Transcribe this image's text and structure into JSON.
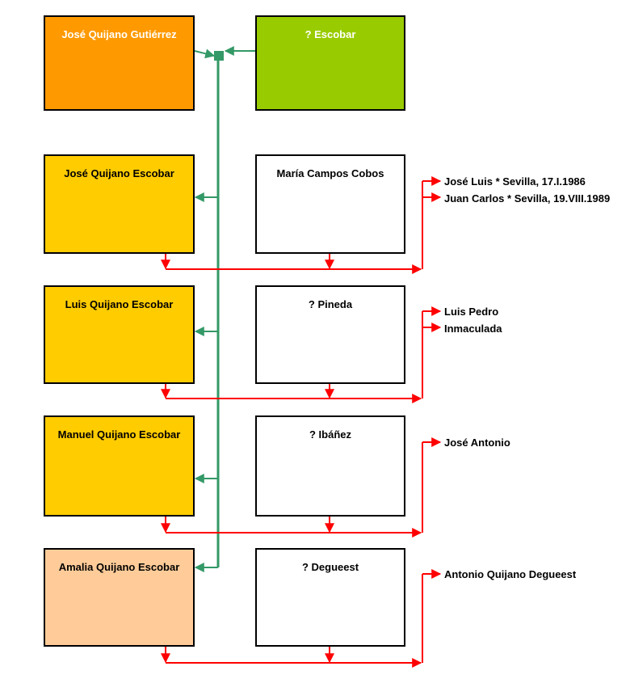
{
  "colors": {
    "father": "#ff9900",
    "mother": "#99cc00",
    "son": "#ffcc00",
    "daughter": "#ffcc99",
    "spouse": "#ffffff",
    "green_line": "#339966",
    "red_line": "#ff0000",
    "light_text": "#ffffff",
    "dark_text": "#000000"
  },
  "parents": {
    "father": "José Quijano Gutiérrez",
    "mother": "? Escobar"
  },
  "families": [
    {
      "person": "José Quijano Escobar",
      "spouse": "María Campos Cobos",
      "children": [
        "José Luis  * Sevilla, 17.I.1986",
        "Juan Carlos  * Sevilla, 19.VIII.1989"
      ]
    },
    {
      "person": "Luis Quijano Escobar",
      "spouse": "?  Pineda",
      "children": [
        "Luis Pedro",
        "Inmaculada"
      ]
    },
    {
      "person": "Manuel Quijano Escobar",
      "spouse": "? Ibáñez",
      "children": [
        "José Antonio"
      ]
    },
    {
      "person": "Amalia Quijano Escobar",
      "spouse": "? Degueest",
      "children": [
        "Antonio Quijano Degueest"
      ]
    }
  ]
}
